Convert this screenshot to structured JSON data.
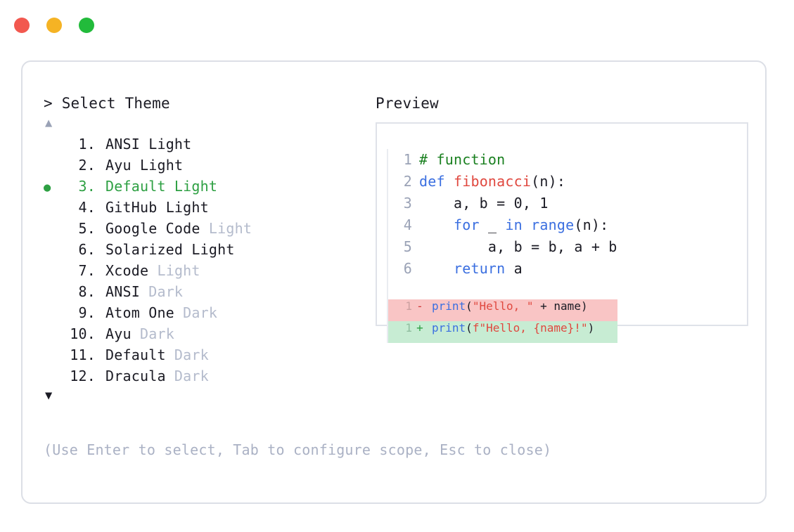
{
  "window": {
    "dots": [
      {
        "name": "close",
        "color": "#f2584f"
      },
      {
        "name": "minimize",
        "color": "#f5b324"
      },
      {
        "name": "maximize",
        "color": "#22bb3b"
      }
    ]
  },
  "picker": {
    "caret": ">",
    "title": "Select Theme",
    "scroll_up_icon": "▲",
    "scroll_down_icon": "▼",
    "selected_index": 3,
    "selected_marker": "●",
    "items": [
      {
        "index": "1.",
        "label": "ANSI",
        "suffix": "Light",
        "suffix_dim": false,
        "selected": false,
        "marker": ""
      },
      {
        "index": "2.",
        "label": "Ayu",
        "suffix": "Light",
        "suffix_dim": false,
        "selected": false,
        "marker": ""
      },
      {
        "index": "3.",
        "label": "Default",
        "suffix": "Light",
        "suffix_dim": false,
        "selected": true,
        "marker": "●"
      },
      {
        "index": "4.",
        "label": "GitHub",
        "suffix": "Light",
        "suffix_dim": false,
        "selected": false,
        "marker": ""
      },
      {
        "index": "5.",
        "label": "Google Code",
        "suffix": "Light",
        "suffix_dim": true,
        "selected": false,
        "marker": ""
      },
      {
        "index": "6.",
        "label": "Solarized",
        "suffix": "Light",
        "suffix_dim": false,
        "selected": false,
        "marker": ""
      },
      {
        "index": "7.",
        "label": "Xcode",
        "suffix": "Light",
        "suffix_dim": true,
        "selected": false,
        "marker": ""
      },
      {
        "index": "8.",
        "label": "ANSI",
        "suffix": "Dark",
        "suffix_dim": true,
        "selected": false,
        "marker": ""
      },
      {
        "index": "9.",
        "label": "Atom One",
        "suffix": "Dark",
        "suffix_dim": true,
        "selected": false,
        "marker": ""
      },
      {
        "index": "10.",
        "label": "Ayu",
        "suffix": "Dark",
        "suffix_dim": true,
        "selected": false,
        "marker": ""
      },
      {
        "index": "11.",
        "label": "Default",
        "suffix": "Dark",
        "suffix_dim": true,
        "selected": false,
        "marker": ""
      },
      {
        "index": "12.",
        "label": "Dracula",
        "suffix": "Dark",
        "suffix_dim": true,
        "selected": false,
        "marker": ""
      }
    ],
    "hint": "(Use Enter to select, Tab to configure scope, Esc to close)"
  },
  "preview": {
    "title": "Preview",
    "code_lines": [
      {
        "num": "1",
        "tokens": [
          {
            "t": "# function",
            "c": "comment"
          }
        ]
      },
      {
        "num": "2",
        "tokens": [
          {
            "t": "def ",
            "c": "keyword"
          },
          {
            "t": "fibonacci",
            "c": "func"
          },
          {
            "t": "(n):",
            "c": "plain"
          }
        ]
      },
      {
        "num": "3",
        "tokens": [
          {
            "t": "    a, b = 0, 1",
            "c": "plain"
          }
        ]
      },
      {
        "num": "4",
        "tokens": [
          {
            "t": "    ",
            "c": "plain"
          },
          {
            "t": "for",
            "c": "keyword"
          },
          {
            "t": " _ ",
            "c": "plain"
          },
          {
            "t": "in range",
            "c": "keyword"
          },
          {
            "t": "(n):",
            "c": "plain"
          }
        ]
      },
      {
        "num": "5",
        "tokens": [
          {
            "t": "        a, b = b, a + b",
            "c": "plain"
          }
        ]
      },
      {
        "num": "6",
        "tokens": [
          {
            "t": "    ",
            "c": "plain"
          },
          {
            "t": "return",
            "c": "keyword"
          },
          {
            "t": " a",
            "c": "plain"
          }
        ]
      }
    ],
    "diff_lines": [
      {
        "num": "1",
        "sign": "-",
        "kind": "removed",
        "tokens": [
          {
            "t": "print",
            "c": "keyword"
          },
          {
            "t": "(",
            "c": "plain"
          },
          {
            "t": "\"Hello, \"",
            "c": "string"
          },
          {
            "t": " + name)",
            "c": "plain"
          }
        ]
      },
      {
        "num": "1",
        "sign": "+",
        "kind": "added",
        "tokens": [
          {
            "t": "print",
            "c": "keyword"
          },
          {
            "t": "(",
            "c": "plain"
          },
          {
            "t": "f\"Hello, {name}!\"",
            "c": "string"
          },
          {
            "t": ")",
            "c": "plain"
          }
        ]
      }
    ]
  },
  "colors": {
    "accent_green": "#2ea043",
    "dim_text": "#b4bbcc",
    "text": "#1b1b24",
    "border": "#dcdfe6",
    "diff_removed_bg": "#f9c5c5",
    "diff_added_bg": "#c7ecd3",
    "syntax_comment": "#1a8020",
    "syntax_keyword": "#3b6fe0",
    "syntax_func": "#e0483f",
    "syntax_string": "#e0483f"
  }
}
